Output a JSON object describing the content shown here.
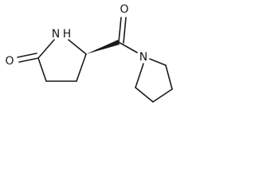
{
  "molecule": {
    "atoms": {
      "ring_oxygen": "O",
      "ring_nitrogen": "N",
      "ring_nitrogen_h": "H",
      "carbonyl_oxygen": "O",
      "amide_nitrogen": "N"
    },
    "colors": {
      "bond": "#1a1a1a",
      "background": "#ffffff"
    }
  }
}
